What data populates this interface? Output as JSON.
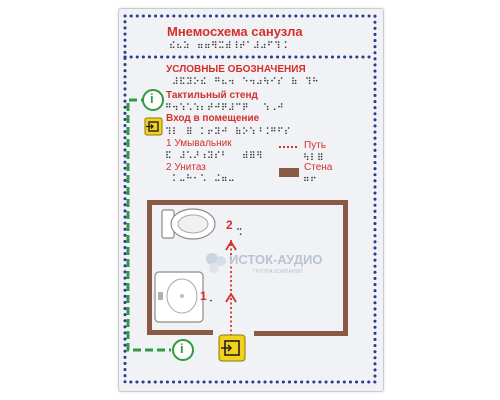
{
  "sign": {
    "title": "Мнемосхема санузла",
    "legend_heading": "УСЛОВНЫЕ ОБОЗНАЧЕНИЯ",
    "items": {
      "tactile_stand": "Тактильный стенд",
      "entrance": "Вход в помещение",
      "washbasin": "1 Умывальник",
      "toilet": "2 Унитаз",
      "path": "Путь",
      "wall": "Стена"
    },
    "plan_marks": {
      "mark_2": "2",
      "mark_1": "1"
    },
    "info_symbol": "i"
  },
  "watermark": {
    "name": "ИСТОК-АУДИО",
    "tagline": "ГРУППА КОМПАНИЙ"
  },
  "colors": {
    "accent_red": "#d4302b",
    "dot_border": "#2b3b8e",
    "guide_green": "#2f9a3e",
    "wall_brown": "#8a5a44",
    "entrance_yellow": "#f2d21a",
    "plate": "#f1f2f5"
  },
  "icons": {
    "info": "info-circle-icon",
    "entrance": "entrance-door-icon",
    "toilet": "toilet-icon",
    "washbasin": "washbasin-icon",
    "logo": "istok-audio-logo-icon"
  }
}
